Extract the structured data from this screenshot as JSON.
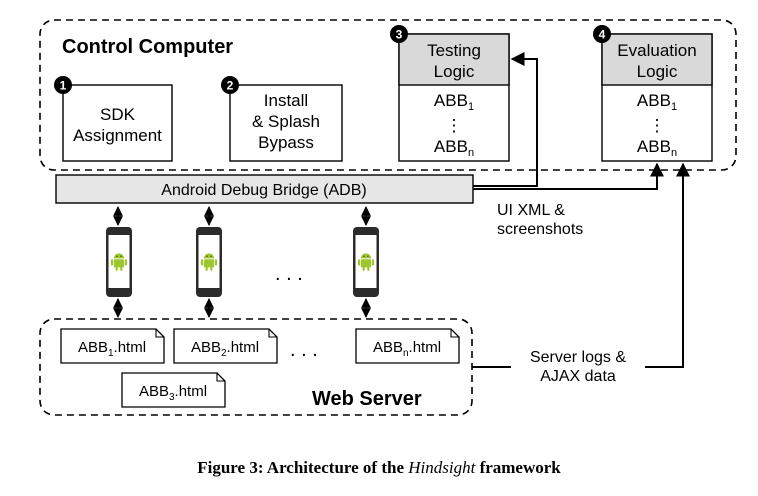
{
  "control_computer": {
    "title": "Control Computer"
  },
  "steps": {
    "sdk": {
      "number": "1",
      "line1": "SDK",
      "line2": "Assignment"
    },
    "install": {
      "number": "2",
      "line1": "Install",
      "line2": "& Splash",
      "line3": "Bypass"
    },
    "testing": {
      "number": "3",
      "line1": "Testing",
      "line2": "Logic"
    },
    "evaluation": {
      "number": "4",
      "line1": "Evaluation",
      "line2": "Logic"
    }
  },
  "abb": {
    "base": "ABB",
    "first_sub": "1",
    "last_sub": "n",
    "vdots": "⋮"
  },
  "adb": {
    "label": "Android Debug Bridge (ADB)"
  },
  "ui_xml": {
    "line1": "UI XML &",
    "line2": "screenshots"
  },
  "server_logs": {
    "line1": "Server logs &",
    "line2": "AJAX data"
  },
  "ellipsis": ". . .",
  "web_server": {
    "title": "Web Server",
    "files": [
      {
        "base": "ABB",
        "sub": "1",
        "ext": ".html"
      },
      {
        "base": "ABB",
        "sub": "2",
        "ext": ".html"
      },
      {
        "base": "ABB",
        "sub": "n",
        "ext": ".html"
      },
      {
        "base": "ABB",
        "sub": "3",
        "ext": ".html"
      }
    ]
  },
  "caption": {
    "prefix": "Figure 3: Architecture of the ",
    "emphasis": "Hindsight",
    "suffix": " framework"
  },
  "colors": {
    "header_fill": "#d9d9d9",
    "adb_fill": "#e6e6e6",
    "android_green": "#9dc62f",
    "phone_body": "#2b2b2b"
  }
}
